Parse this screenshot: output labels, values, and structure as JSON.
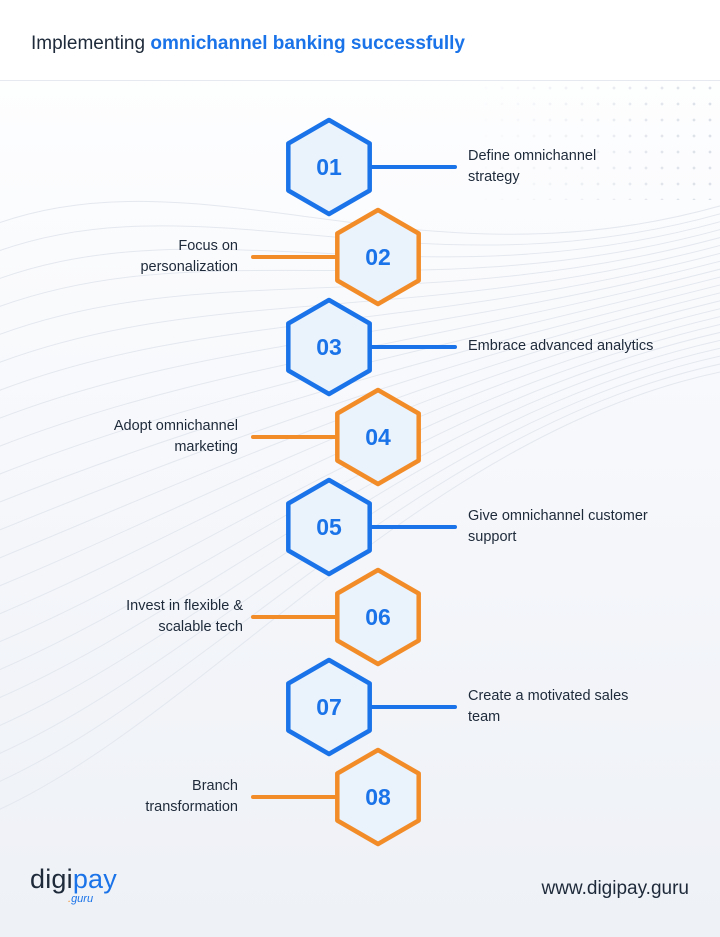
{
  "header": {
    "title_plain": "Implementing ",
    "title_accent": "omnichannel banking successfully"
  },
  "colors": {
    "blue": "#1a73e8",
    "orange": "#f28c28",
    "hex_fill": "#eaf2fc",
    "text": "#1e2a3a"
  },
  "steps": [
    {
      "number": "01",
      "label": "Define omnichannel strategy",
      "color": "blue"
    },
    {
      "number": "02",
      "label": "Focus on personalization",
      "color": "orange"
    },
    {
      "number": "03",
      "label": "Embrace advanced analytics",
      "color": "blue"
    },
    {
      "number": "04",
      "label": "Adopt omnichannel marketing",
      "color": "orange"
    },
    {
      "number": "05",
      "label": "Give omnichannel customer support",
      "color": "blue"
    },
    {
      "number": "06",
      "label": "Invest in flexible & scalable tech",
      "color": "orange"
    },
    {
      "number": "07",
      "label": "Create a motivated sales team",
      "color": "blue"
    },
    {
      "number": "08",
      "label": "Branch transformation",
      "color": "orange"
    }
  ],
  "footer": {
    "logo_main": "digi",
    "logo_accent": "pay",
    "logo_dot": ".",
    "logo_sub": "guru",
    "url": "www.digipay.guru"
  }
}
